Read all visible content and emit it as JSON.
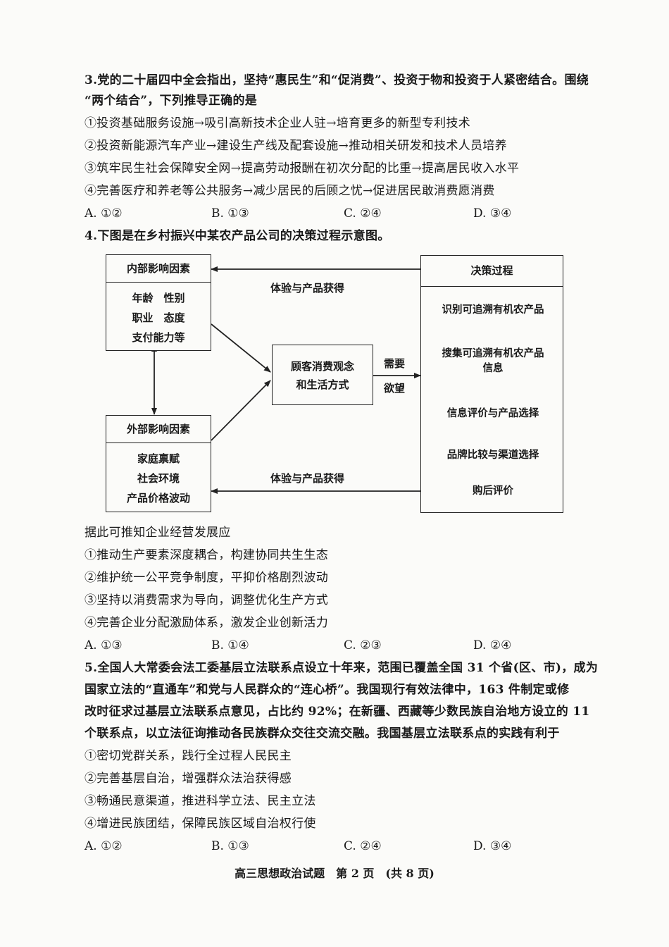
{
  "q3": {
    "stem_line1": "3.党的二十届四中全会指出，坚持“惠民生”和“促消费”、投资于物和投资于人紧密结合。围绕",
    "stem_line2": "“两个结合”，下列推导正确的是",
    "items": [
      "①投资基础服务设施→吸引高新技术企业人驻→培育更多的新型专利技术",
      "②投资新能源汽车产业→建设生产线及配套设施→推动相关研发和技术人员培养",
      "③筑牢民生社会保障安全网→提高劳动报酬在初次分配的比重→提高居民收入水平",
      "④完善医疗和养老等公共服务→减少居民的后顾之忧→促进居民敢消费愿消费"
    ],
    "options": [
      "A. ①②",
      "B. ①③",
      "C. ②④",
      "D. ③④"
    ]
  },
  "q4": {
    "stem": "4.下图是在乡村振兴中某农产品公司的决策过程示意图。",
    "diagram": {
      "internal_title": "内部影响因素",
      "internal_lines": [
        "年龄　性别",
        "职业　态度",
        "支付能力等"
      ],
      "external_title": "外部影响因素",
      "external_lines": [
        "家庭禀赋",
        "社会环境",
        "产品价格波动"
      ],
      "center_lines": [
        "顾客消费观念",
        "和生活方式"
      ],
      "need": "需要",
      "desire": "欲望",
      "feedback_top": "体验与产品获得",
      "feedback_bottom": "体验与产品获得",
      "decision_title": "决策过程",
      "steps": [
        "识别可追溯有机农产品",
        "搜集可追溯有机农产品",
        "信息",
        "信息评价与产品选择",
        "品牌比较与渠道选择",
        "购后评价"
      ]
    },
    "lead": "据此可推知企业经营发展应",
    "items": [
      "①推动生产要素深度耦合，构建协同共生生态",
      "②维护统一公平竞争制度，平抑价格剧烈波动",
      "③坚持以消费需求为导向，调整优化生产方式",
      "④完善企业分配激励体系，激发企业创新活力"
    ],
    "options": [
      "A. ①③",
      "B. ①④",
      "C. ②③",
      "D. ②④"
    ]
  },
  "q5": {
    "lines": [
      "5.全国人大常委会法工委基层立法联系点设立十年来，范围已覆盖全国 31 个省(区、市)，成为",
      "国家立法的“直通车”和党与人民群众的“连心桥”。我国现行有效法律中，163 件制定或修",
      "改时征求过基层立法联系点意见，占比约 92%；在新疆、西藏等少数民族自治地方设立的 11",
      "个联系点，以立法征询推动各民族群众交往交流交融。我国基层立法联系点的实践有利于"
    ],
    "items": [
      "①密切党群关系，践行全过程人民民主",
      "②完善基层自治，增强群众法治获得感",
      "③畅通民意渠道，推进科学立法、民主立法",
      "④增进民族团结，保障民族区域自治权行使"
    ],
    "options": [
      "A. ①②",
      "B. ①③",
      "C. ②④",
      "D. ③④"
    ]
  },
  "footer": "高三思想政治试题　第 2 页　(共 8 页)"
}
